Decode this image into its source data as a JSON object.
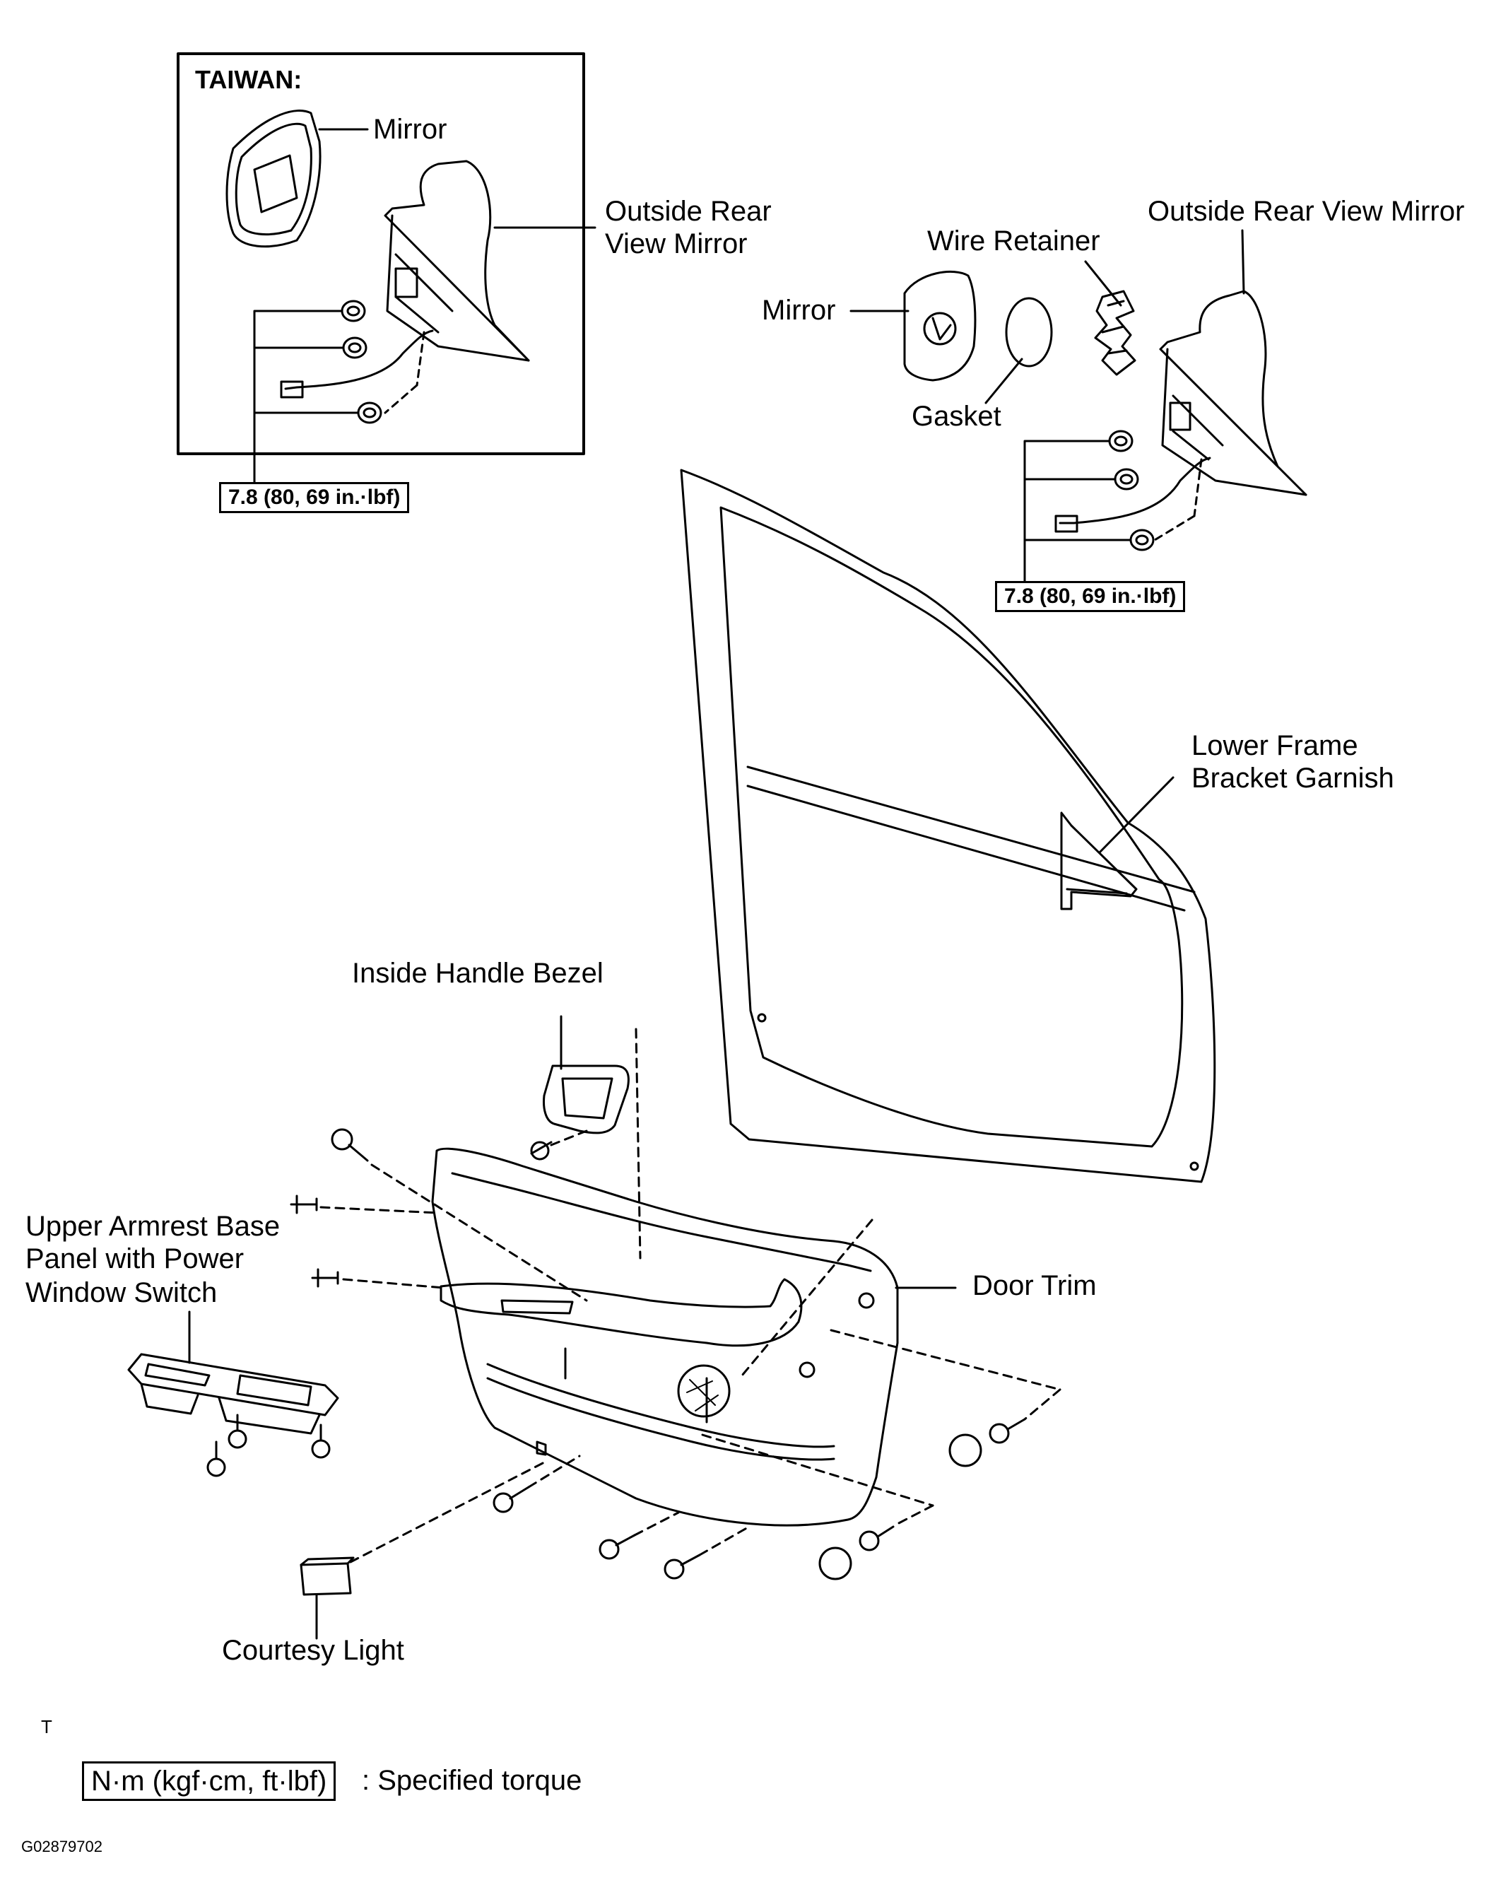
{
  "inset": {
    "title": "TAIWAN:",
    "mirror_label": "Mirror",
    "outside_mirror_label_line1": "Outside Rear",
    "outside_mirror_label_line2": "View Mirror",
    "torque": "7.8 (80, 69 in.·lbf)"
  },
  "main_mirror": {
    "outside_mirror_label": "Outside Rear View Mirror",
    "wire_retainer_label": "Wire Retainer",
    "mirror_label": "Mirror",
    "gasket_label": "Gasket",
    "torque": "7.8 (80, 69 in.·lbf)"
  },
  "door": {
    "lower_frame_line1": "Lower Frame",
    "lower_frame_line2": "Bracket Garnish",
    "inside_handle_bezel": "Inside Handle Bezel",
    "upper_armrest_line1": "Upper Armrest Base",
    "upper_armrest_line2": "Panel with Power",
    "upper_armrest_line3": "Window Switch",
    "door_trim": "Door Trim",
    "courtesy_light": "Courtesy Light"
  },
  "legend": {
    "marker": "T",
    "unit_box": "N·m (kgf·cm, ft·lbf)",
    "unit_text": ": Specified torque"
  },
  "figure_id": "G02879702"
}
